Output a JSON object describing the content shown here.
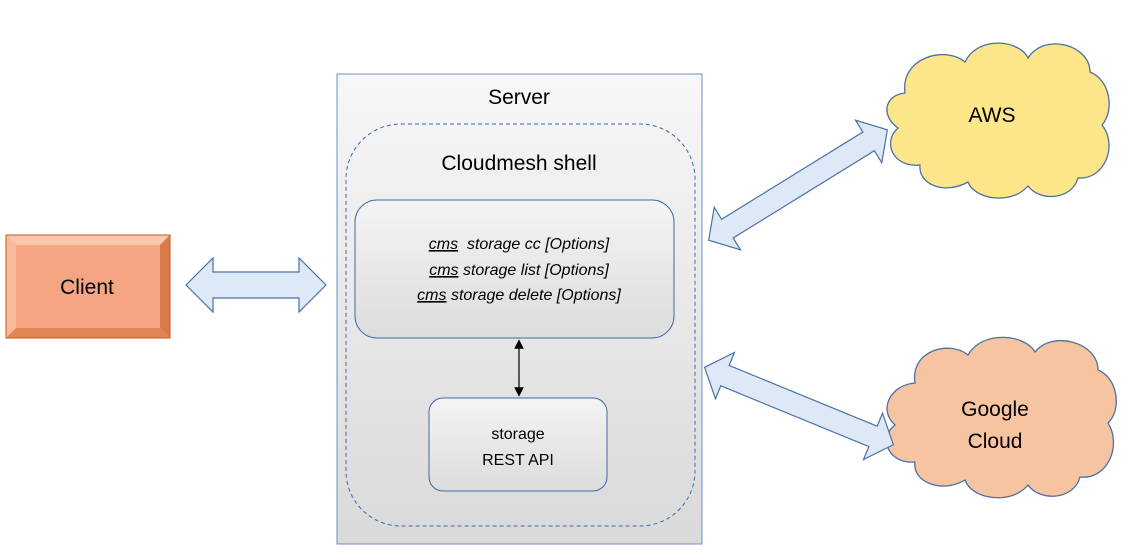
{
  "server": {
    "title": "Server"
  },
  "shell": {
    "title": "Cloudmesh shell"
  },
  "commands": {
    "line1_cms": "cms",
    "line1_rest": "  storage cc [Options]",
    "line2_cms": "cms",
    "line2_rest": " storage list [Options]",
    "line3_cms": "cms",
    "line3_rest": " storage delete [Options]"
  },
  "api": {
    "line1": "storage",
    "line2": "REST API"
  },
  "client": {
    "label": "Client"
  },
  "aws": {
    "label": "AWS"
  },
  "google": {
    "line1": "Google",
    "line2": "Cloud"
  },
  "colors": {
    "client_fill": "#f4a583",
    "aws_fill": "#fde58a",
    "google_fill": "#f7c4a1",
    "arrow_fill": "#dde9f6",
    "outline": "#4a70a5"
  }
}
